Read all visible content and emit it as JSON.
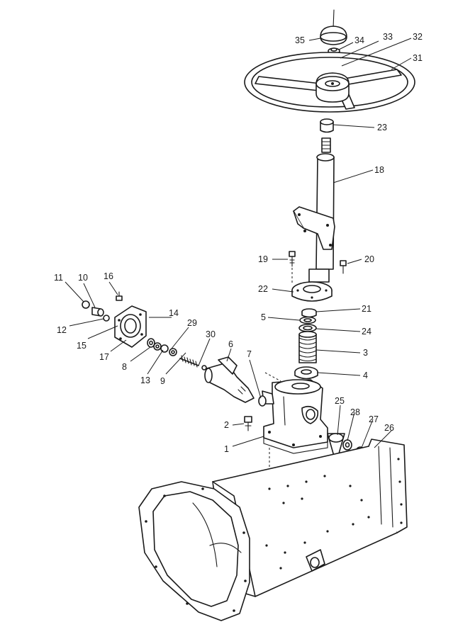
{
  "callouts": [
    {
      "id": "c35",
      "text": "35"
    },
    {
      "id": "c34",
      "text": "34"
    },
    {
      "id": "c33",
      "text": "33"
    },
    {
      "id": "c32",
      "text": "32"
    },
    {
      "id": "c31",
      "text": "31"
    },
    {
      "id": "c23",
      "text": "23"
    },
    {
      "id": "c18",
      "text": "18"
    },
    {
      "id": "c19",
      "text": "19"
    },
    {
      "id": "c20",
      "text": "20"
    },
    {
      "id": "c22",
      "text": "22"
    },
    {
      "id": "c21",
      "text": "21"
    },
    {
      "id": "c5",
      "text": "5"
    },
    {
      "id": "c24",
      "text": "24"
    },
    {
      "id": "c3",
      "text": "3"
    },
    {
      "id": "c4",
      "text": "4"
    },
    {
      "id": "c11",
      "text": "11"
    },
    {
      "id": "c10",
      "text": "10"
    },
    {
      "id": "c16",
      "text": "16"
    },
    {
      "id": "c14",
      "text": "14"
    },
    {
      "id": "c12",
      "text": "12"
    },
    {
      "id": "c15",
      "text": "15"
    },
    {
      "id": "c17",
      "text": "17"
    },
    {
      "id": "c8",
      "text": "8"
    },
    {
      "id": "c13",
      "text": "13"
    },
    {
      "id": "c29",
      "text": "29"
    },
    {
      "id": "c9",
      "text": "9"
    },
    {
      "id": "c30",
      "text": "30"
    },
    {
      "id": "c6",
      "text": "6"
    },
    {
      "id": "c7",
      "text": "7"
    },
    {
      "id": "c2",
      "text": "2"
    },
    {
      "id": "c1",
      "text": "1"
    },
    {
      "id": "c25",
      "text": "25"
    },
    {
      "id": "c28",
      "text": "28"
    },
    {
      "id": "c27",
      "text": "27"
    },
    {
      "id": "c26",
      "text": "26"
    }
  ]
}
